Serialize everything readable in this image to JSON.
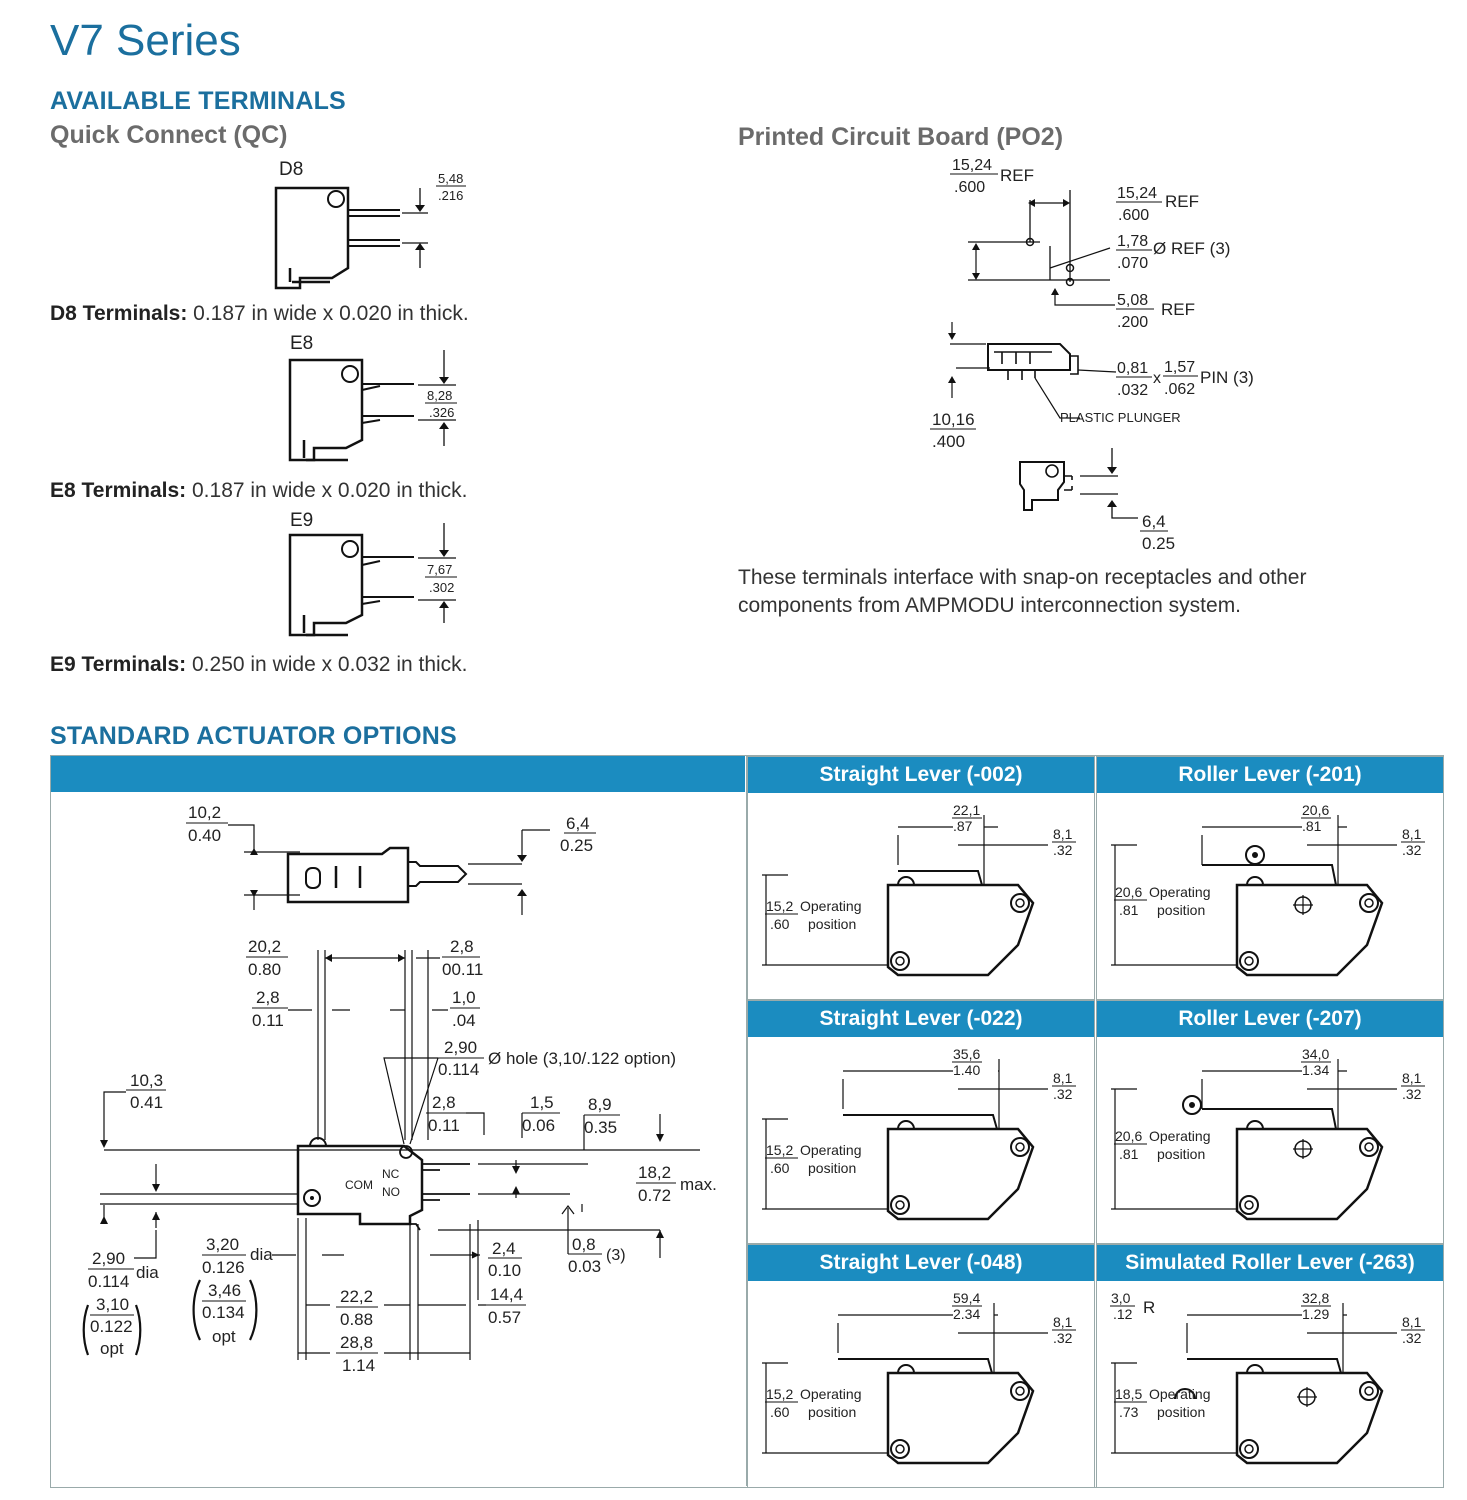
{
  "title": "V7 Series",
  "terminals": {
    "heading": "AVAILABLE TERMINALS",
    "qc_heading": "Quick Connect (QC)",
    "pcb_heading": "Printed Circuit Board (PO2)",
    "d8": {
      "code": "D8",
      "dim_top": "5,48",
      "dim_bottom": ".216",
      "spec_bold": "D8 Terminals:",
      "spec_text": " 0.187 in wide x 0.020 in thick."
    },
    "e8": {
      "code": "E8",
      "dim_top": "8,28",
      "dim_bottom": ".326",
      "spec_bold": "E8 Terminals:",
      "spec_text": " 0.187 in wide x 0.020 in thick."
    },
    "e9": {
      "code": "E9",
      "dim_top": "7,67",
      "dim_bottom": ".302",
      "spec_bold": "E9 Terminals:",
      "spec_text": " 0.250 in wide x 0.032 in thick."
    },
    "pcb": {
      "d1_top": "15,24",
      "d1_bottom": ".600",
      "d1_ref": "REF",
      "d2_top": "15,24",
      "d2_bottom": ".600",
      "d2_ref": "REF",
      "d3_top": "1,78",
      "d3_bottom": ".070",
      "d3_ref": "Ø REF (3)",
      "d4_top": "5,08",
      "d4_bottom": ".200",
      "d4_ref": "REF",
      "pin_a_top": "0,81",
      "pin_a_bottom": ".032",
      "pin_x": "x",
      "pin_b_top": "1,57",
      "pin_b_bottom": ".062",
      "pin_label": "PIN (3)",
      "plunger": "PLASTIC PLUNGER",
      "h_top": "10,16",
      "h_bottom": ".400",
      "s_top": "6,4",
      "s_bottom": "0.25",
      "note_line1": "These terminals interface with snap-on receptacles and other",
      "note_line2": "components from AMPMODU interconnection system."
    }
  },
  "actuators": {
    "heading": "STANDARD ACTUATOR OPTIONS",
    "main": {
      "top_w_top": "10,2",
      "top_w_bottom": "0.40",
      "top_r_top": "6,4",
      "top_r_bottom": "0.25",
      "a_top": "20,2",
      "a_bottom": "0.80",
      "b_top": "2,8",
      "b_bottom": "00.11",
      "c_top": "2,8",
      "c_bottom": "0.11",
      "d_top": "1,0",
      "d_bottom": ".04",
      "e_top": "2,90",
      "e_bottom": "0.114",
      "e_note": "Ø hole (3,10/.122 option)",
      "f_top": "10,3",
      "f_bottom": "0.41",
      "g_top": "2,8",
      "g_bottom": "0.11",
      "h_top": "1,5",
      "h_bottom": "0.06",
      "i_top": "8,9",
      "i_bottom": "0.35",
      "j_top": "18,2",
      "j_bottom": "0.72",
      "j_suffix": "max.",
      "nc": "NC",
      "no": "NO",
      "com": "COM",
      "k_top": "2,4",
      "k_bottom": "0.10",
      "l_top": "0,8",
      "l_bottom": "0.03",
      "l_suffix": "(3)",
      "m_top": "2,90",
      "m_bottom": "0.114",
      "m_suffix": "dia",
      "m_opt_top": "3,10",
      "m_opt_bottom": "0.122",
      "m_opt": "opt",
      "n_top": "3,20",
      "n_bottom": "0.126",
      "n_suffix": "dia",
      "n_opt_top": "3,46",
      "n_opt_bottom": "0.134",
      "n_opt": "opt",
      "o_top": "14,4",
      "o_bottom": "0.57",
      "p_top": "22,2",
      "p_bottom": "0.88",
      "q_top": "28,8",
      "q_bottom": "1.14"
    },
    "cells": [
      {
        "title": "Straight Lever (-002)",
        "w_top": "22,1",
        "w_bottom": ".87",
        "r_top": "8,1",
        "r_bottom": ".32",
        "op_top": "15,2",
        "op_bottom": ".60",
        "op_label": "Operating",
        "op_label2": "position"
      },
      {
        "title": "Roller Lever (-201)",
        "w_top": "20,6",
        "w_bottom": ".81",
        "r_top": "8,1",
        "r_bottom": ".32",
        "op_top": "20,6",
        "op_bottom": ".81",
        "op_label": "Operating",
        "op_label2": "position"
      },
      {
        "title": "Straight Lever (-022)",
        "w_top": "35,6",
        "w_bottom": "1.40",
        "r_top": "8,1",
        "r_bottom": ".32",
        "op_top": "15,2",
        "op_bottom": ".60",
        "op_label": "Operating",
        "op_label2": "position"
      },
      {
        "title": "Roller Lever (-207)",
        "w_top": "34,0",
        "w_bottom": "1.34",
        "r_top": "8,1",
        "r_bottom": ".32",
        "op_top": "20,6",
        "op_bottom": ".81",
        "op_label": "Operating",
        "op_label2": "position"
      },
      {
        "title": "Straight Lever (-048)",
        "w_top": "59,4",
        "w_bottom": "2.34",
        "r_top": "8,1",
        "r_bottom": ".32",
        "op_top": "15,2",
        "op_bottom": ".60",
        "op_label": "Operating",
        "op_label2": "position"
      },
      {
        "title": "Simulated Roller Lever (-263)",
        "w_top": "32,8",
        "w_bottom": "1.29",
        "r_top": "8,1",
        "r_bottom": ".32",
        "op_top": "18,5",
        "op_bottom": ".73",
        "op_label": "Operating",
        "op_label2": "position",
        "rad_top": "3,0",
        "rad_bottom": ".12",
        "rad_label": "R"
      }
    ]
  }
}
